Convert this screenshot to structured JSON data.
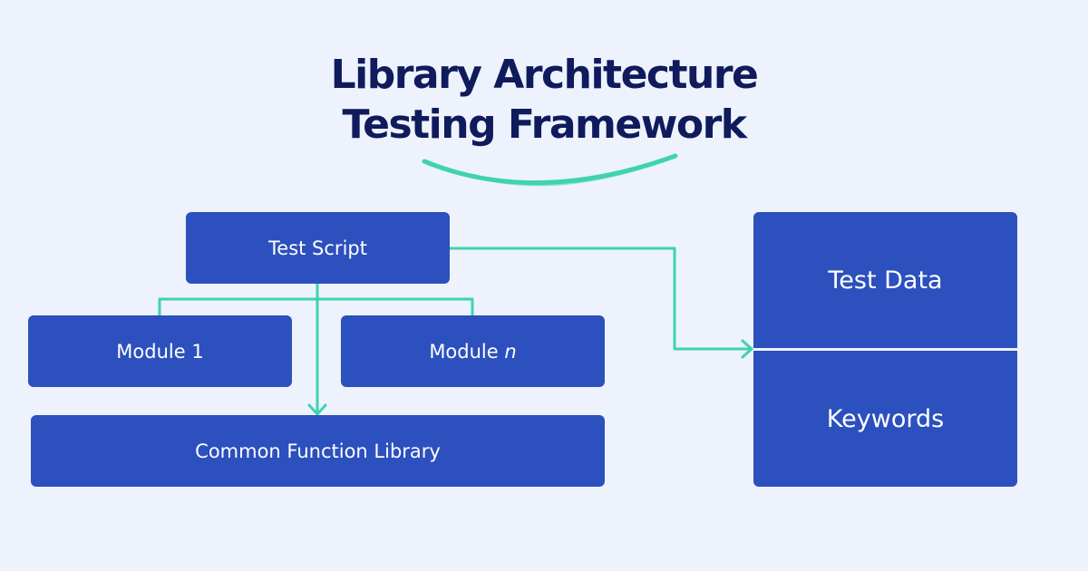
{
  "title": {
    "line1": "Library Architecture",
    "line2": "Testing Framework"
  },
  "diagram": {
    "test_script": "Test Script",
    "module_1": "Module 1",
    "module_n_prefix": "Module",
    "module_n_suffix": "n",
    "common_library": "Common Function Library",
    "test_data": "Test Data",
    "keywords": "Keywords"
  },
  "colors": {
    "background": "#eef2fc",
    "box": "#2c50be",
    "title": "#0f1b5c",
    "connector": "#3fd3b0"
  }
}
